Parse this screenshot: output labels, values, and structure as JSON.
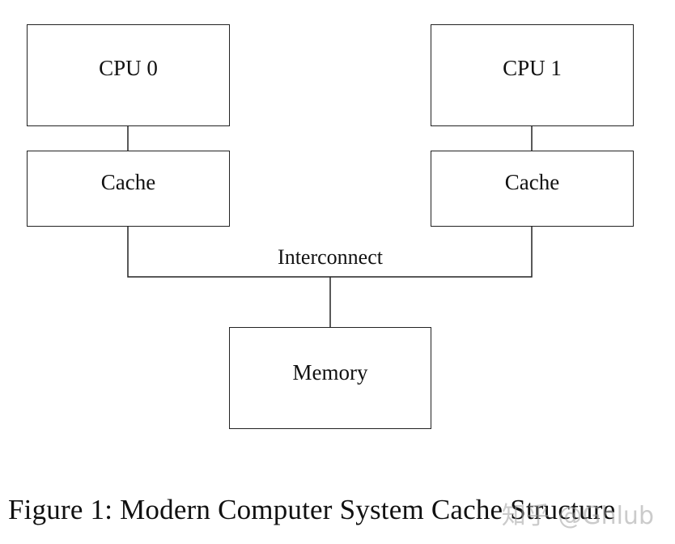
{
  "diagram": {
    "cpu0": "CPU 0",
    "cpu1": "CPU 1",
    "cache0": "Cache",
    "cache1": "Cache",
    "interconnect": "Interconnect",
    "memory": "Memory"
  },
  "caption": "Figure 1: Modern Computer System Cache Structure",
  "watermark": "知乎 @Ghlub",
  "colors": {
    "stroke": "#222222",
    "text": "#111111",
    "background": "#ffffff"
  }
}
